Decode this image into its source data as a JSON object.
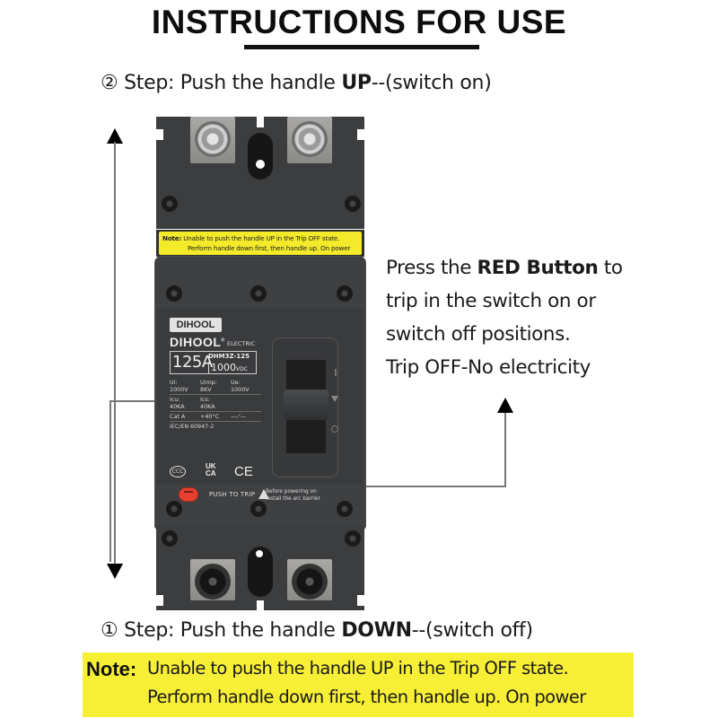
{
  "header": {
    "title": "INSTRUCTIONS FOR USE"
  },
  "steps": {
    "up": {
      "prefix": "② Step: Push the handle ",
      "keyword": "UP",
      "suffix": "--(switch on)"
    },
    "down": {
      "prefix": "① Step: Push the handle ",
      "keyword": "DOWN",
      "suffix": "--(switch off)"
    }
  },
  "side_instruction": {
    "line1_prefix": "Press the ",
    "line1_bold": "RED Button",
    "line1_suffix": " to",
    "line2": "trip in the switch on or",
    "line3": "switch off positions.",
    "line4": "Trip OFF-No electricity"
  },
  "note": {
    "label": "Note:",
    "line1": "Unable to push the handle UP in the Trip OFF state.",
    "line2": "Perform handle down first, then handle up. On power",
    "background_color": "#f7ef35"
  },
  "breaker": {
    "label_sticker": {
      "label": "Note:",
      "line1": "Unable to push the handle UP in the Trip OFF state.",
      "line2": "Perform handle down first, then handle up. On power"
    },
    "brand_badge": "DIHOOL",
    "brand": "DIHOOL",
    "brand_mark": "®",
    "brand_sub": "ELECTRIC",
    "rated_current": "125A",
    "model": "DHM3Z-125",
    "voltage": "1000",
    "voltage_unit": "VDC",
    "specs": [
      [
        {
          "k": "Ui:",
          "v": "1000V"
        },
        {
          "k": "Uimp:",
          "v": "8KV"
        },
        {
          "k": "Ue:",
          "v": "1000V"
        }
      ],
      [
        {
          "k": "Icu:",
          "v": "40KA"
        },
        {
          "k": "Ics:",
          "v": "40KA"
        },
        {
          "k": "",
          "v": ""
        }
      ],
      [
        {
          "k": "Cat A",
          "v": ""
        },
        {
          "k": "+40°C",
          "v": ""
        },
        {
          "k": "—⟋—",
          "v": ""
        }
      ]
    ],
    "standard": "IEC/EN 60947-2",
    "certs": {
      "ccc": "CCC",
      "ukca_top": "UK",
      "ukca_bottom": "CA",
      "ce": "CE"
    },
    "trip_label": "PUSH TO TRIP",
    "warning_line1": "Before powering on",
    "warning_line2": "install the arc barrier",
    "trip_button_color": "#e8402f",
    "body_color": "#3c3d3f"
  }
}
